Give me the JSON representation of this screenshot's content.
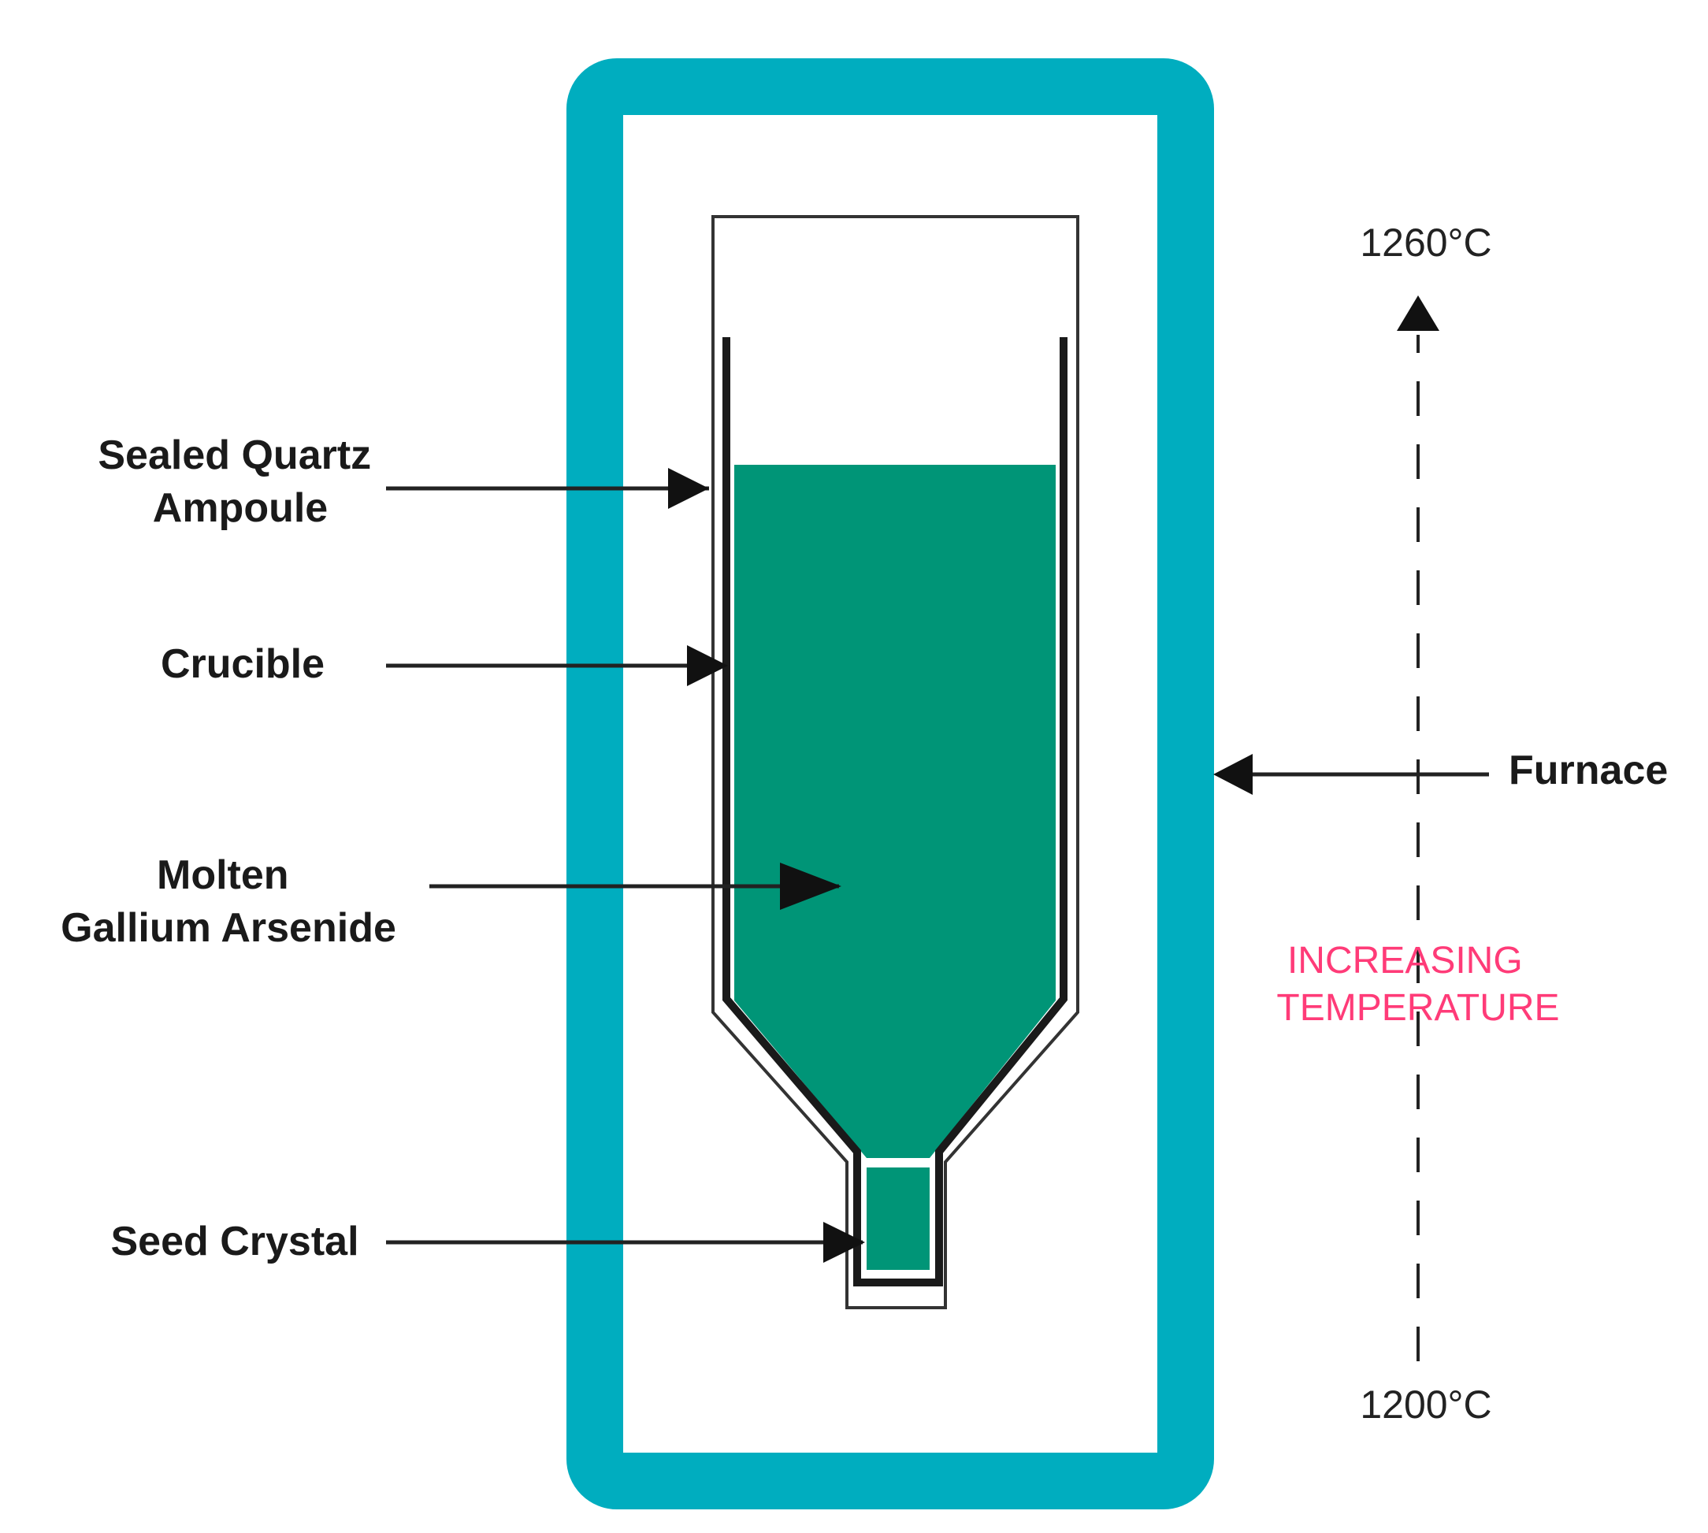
{
  "labels": {
    "quartz_line1": "Sealed Quartz",
    "quartz_line2": "Ampoule",
    "crucible": "Crucible",
    "molten_line1": "Molten",
    "molten_line2": "Gallium Arsenide",
    "seed": "Seed Crystal",
    "furnace": "Furnace"
  },
  "temperature": {
    "top": "1260°C",
    "bottom": "1200°C",
    "trend_line1": "INCREASING",
    "trend_line2": "TEMPERATURE"
  },
  "colors": {
    "furnace": "#00adbf",
    "melt": "#009577",
    "label_text": "#1a1a1a",
    "trend_text": "#ff3b78"
  }
}
